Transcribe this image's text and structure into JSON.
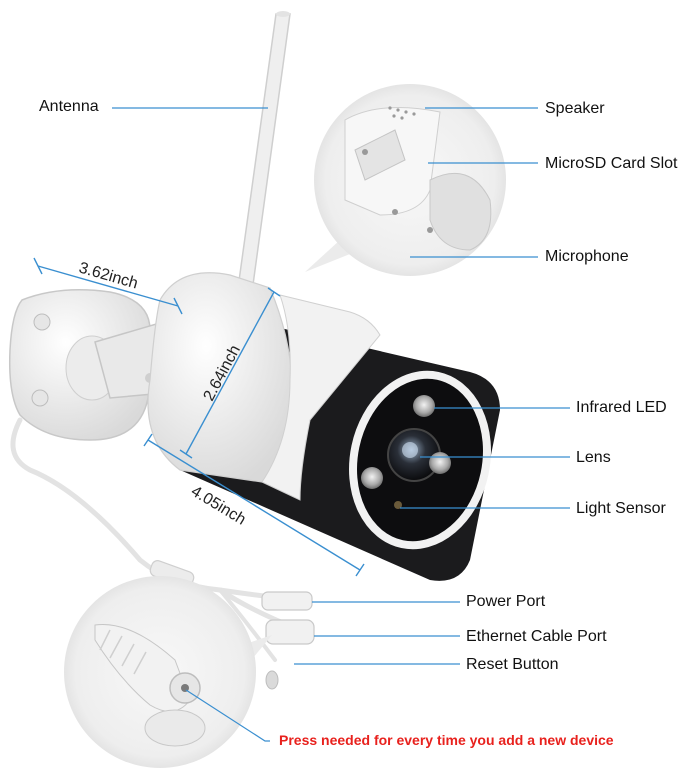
{
  "labels": {
    "antenna": "Antenna",
    "speaker": "Speaker",
    "microsd": "MicroSD Card Slot",
    "microphone": "Microphone",
    "infrared_led": "Infrared LED",
    "lens": "Lens",
    "light_sensor": "Light Sensor",
    "power_port": "Power Port",
    "ethernet_port": "Ethernet Cable Port",
    "reset_button": "Reset Button"
  },
  "dimensions": {
    "depth": "3.62inch",
    "height": "2.64inch",
    "length": "4.05inch"
  },
  "note": {
    "text": "Press needed for every time you add a new device",
    "color": "#e8211d"
  },
  "colors": {
    "leader_line": "#3a8fd0",
    "camera_black": "#1b1b1d",
    "camera_white": "#f4f4f4"
  }
}
